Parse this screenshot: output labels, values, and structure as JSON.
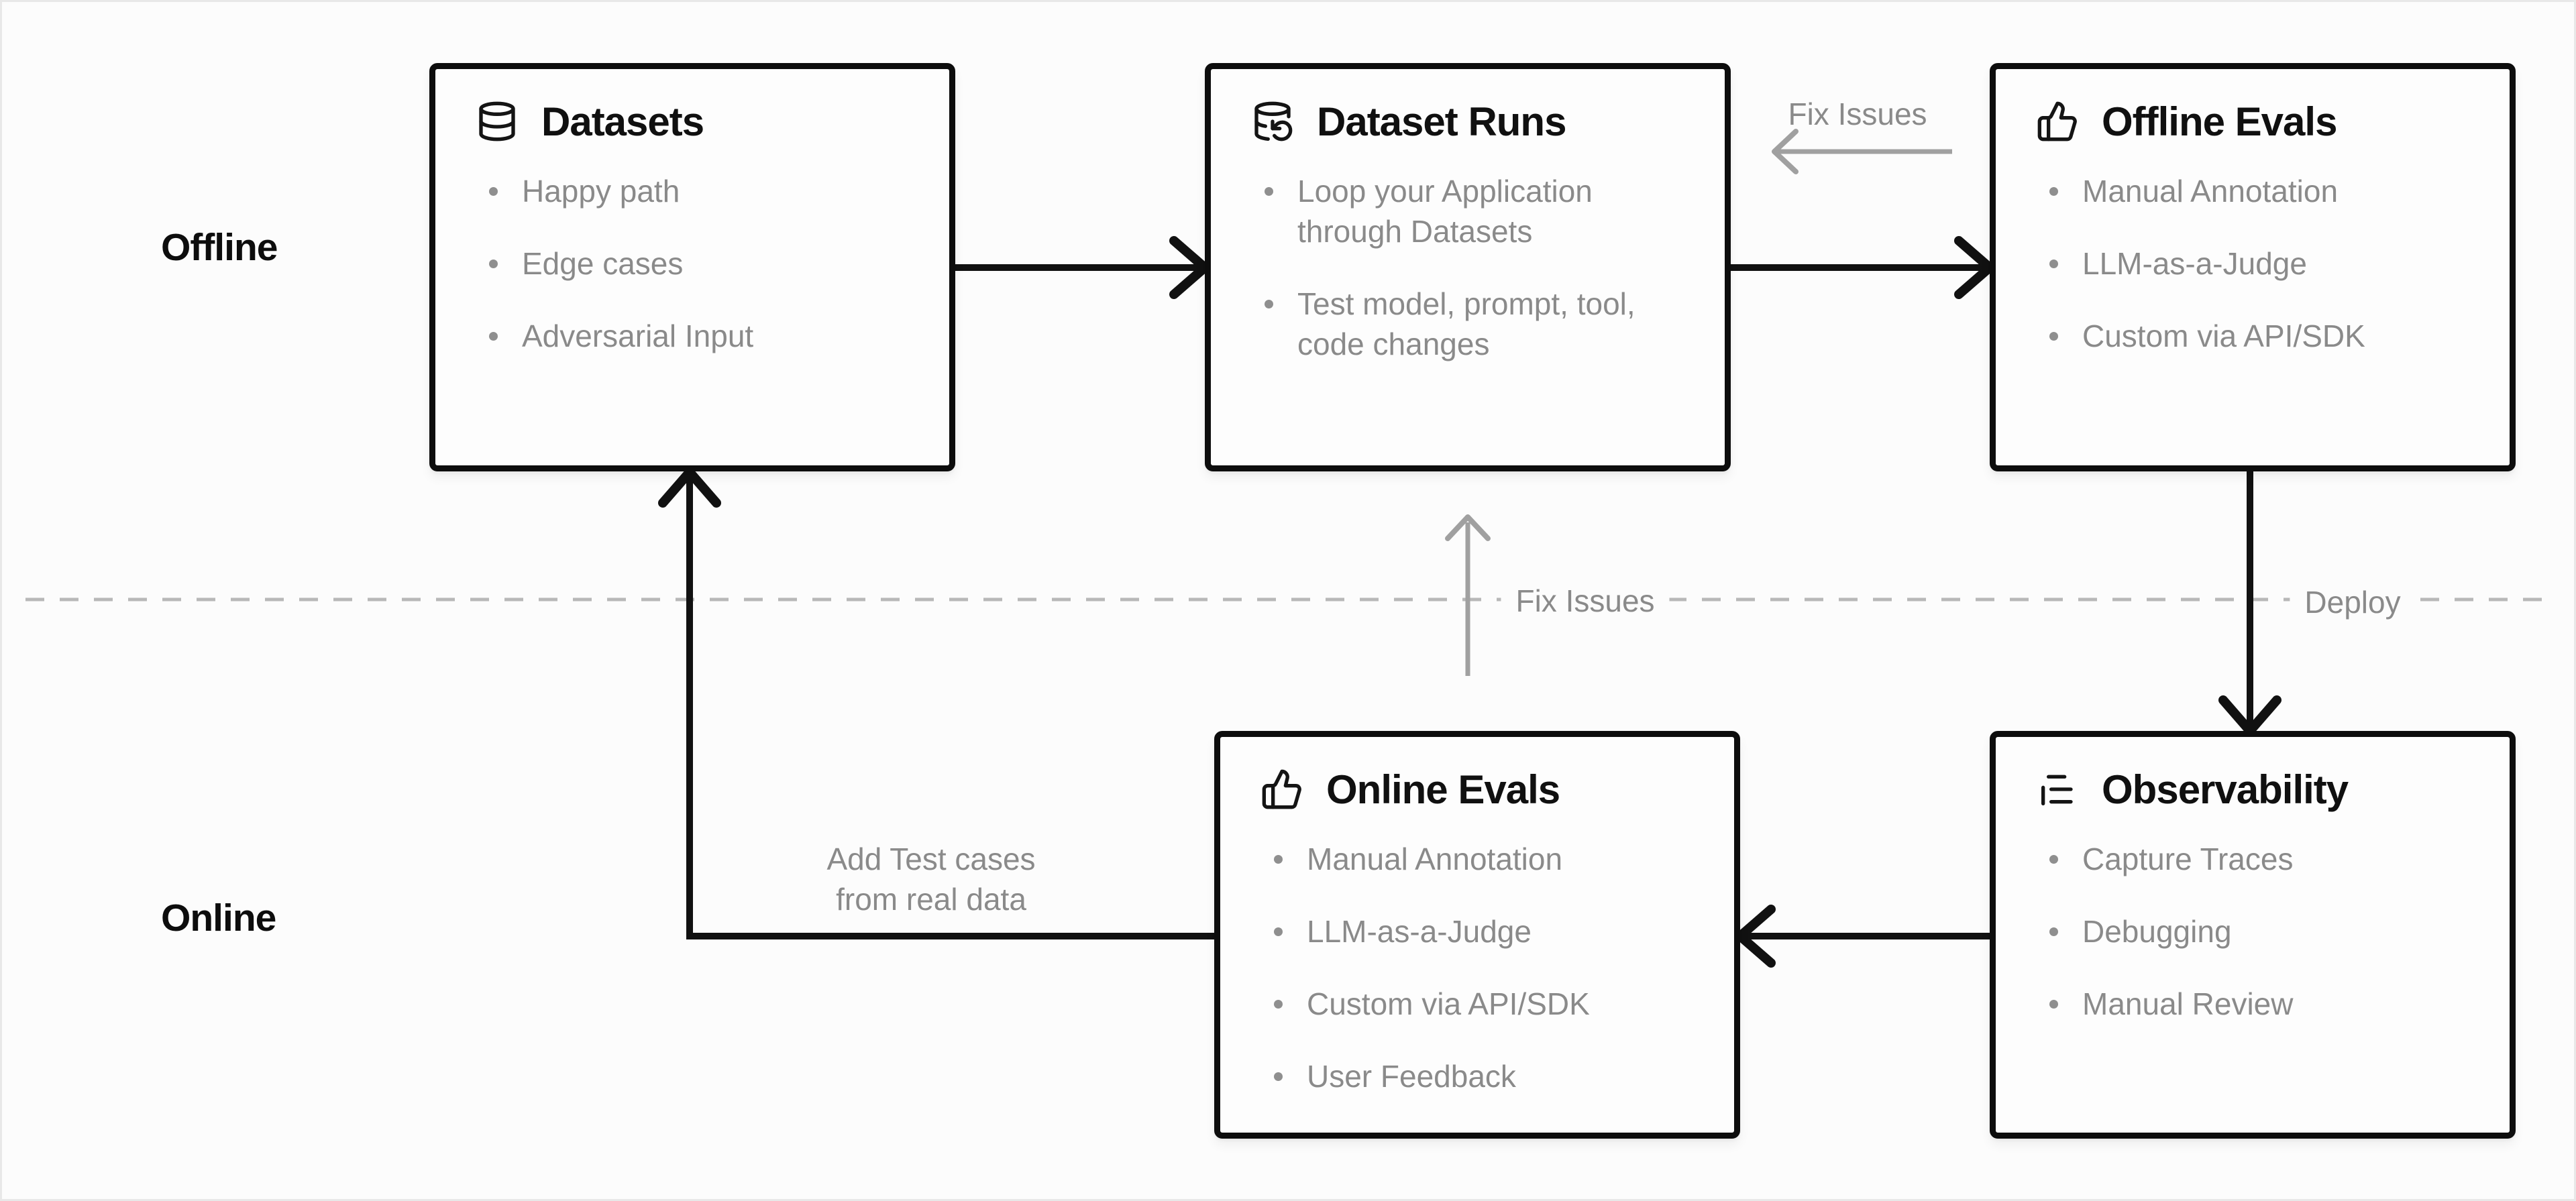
{
  "page": {
    "background": "#fcfcfc",
    "box_border_color": "#0d0d0d",
    "muted_text_color": "#8a8a8a",
    "dashed_divider_color": "#b8b8b8",
    "black_arrow_color": "#111111",
    "gray_arrow_color": "#a0a0a0"
  },
  "zones": {
    "offline_label": "Offline",
    "online_label": "Online"
  },
  "boxes": [
    {
      "id": "datasets",
      "icon": "database-icon",
      "title": "Datasets",
      "items": [
        "Happy path",
        "Edge cases",
        "Adversarial Input"
      ]
    },
    {
      "id": "dataset-runs",
      "icon": "database-rerun-icon",
      "title": "Dataset Runs",
      "items": [
        "Loop your Application through Datasets",
        "Test model, prompt, tool, code changes"
      ]
    },
    {
      "id": "offline-evals",
      "icon": "thumbs-up-icon",
      "title": "Offline Evals",
      "items": [
        "Manual Annotation",
        "LLM-as-a-Judge",
        "Custom via API/SDK"
      ]
    },
    {
      "id": "online-evals",
      "icon": "thumbs-up-icon",
      "title": "Online Evals",
      "items": [
        "Manual Annotation",
        "LLM-as-a-Judge",
        "Custom via API/SDK",
        "User Feedback"
      ]
    },
    {
      "id": "observability",
      "icon": "trace-list-icon",
      "title": "Observability",
      "items": [
        "Capture Traces",
        "Debugging",
        "Manual Review"
      ]
    }
  ],
  "edge_labels": {
    "fix_issues_top": "Fix Issues",
    "fix_issues_mid": "Fix Issues",
    "deploy": "Deploy",
    "add_test_cases_line1": "Add Test cases",
    "add_test_cases_line2": "from real data"
  }
}
